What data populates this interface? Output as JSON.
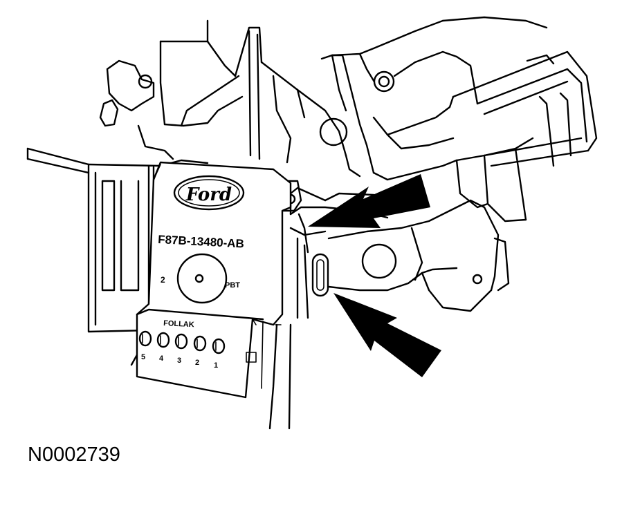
{
  "figure": {
    "id": "N0002739"
  },
  "sensor": {
    "brand": "Ford",
    "part_number": "F87B-13480-AB",
    "label_left": "2",
    "label_right": "PBT",
    "connector_maker": "FOLLAK",
    "pins": [
      "5",
      "4",
      "3",
      "2",
      "1"
    ]
  },
  "callouts": {
    "arrow_count": 2,
    "arrow_color": "#000000"
  }
}
